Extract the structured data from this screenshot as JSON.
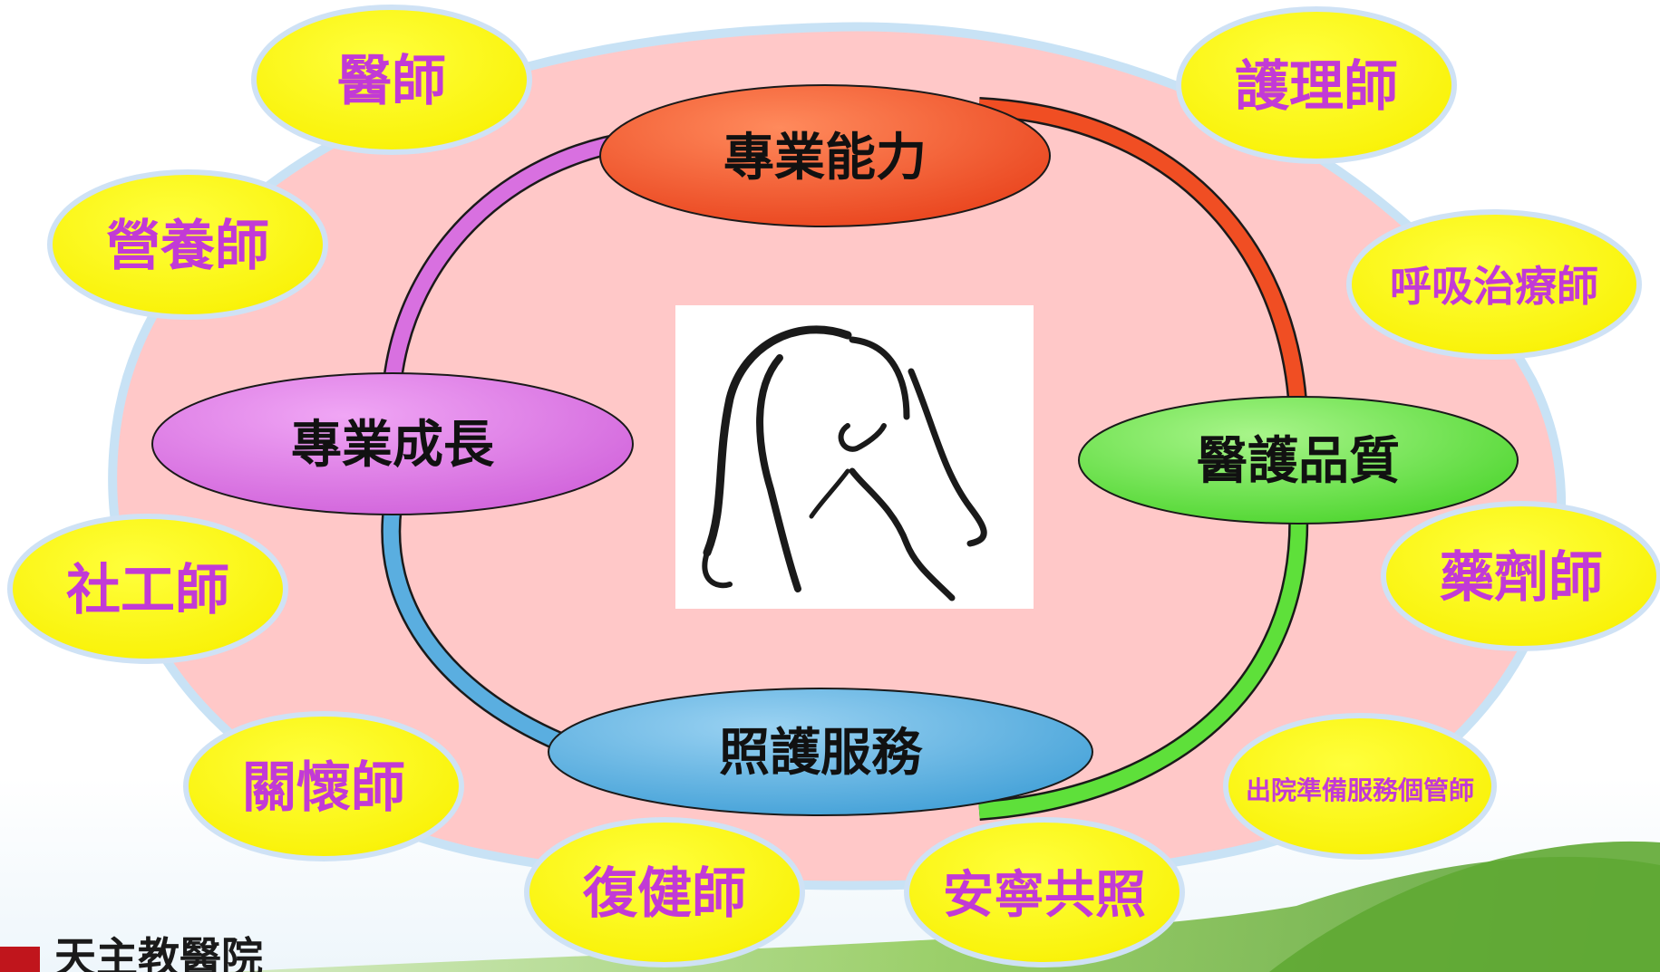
{
  "center_nodes": [
    {
      "key": "top",
      "label": "專業能力",
      "color": "#f04e23"
    },
    {
      "key": "right",
      "label": "醫護品質",
      "color": "#5ee03a"
    },
    {
      "key": "bottom",
      "label": "照護服務",
      "color": "#5aaee0"
    },
    {
      "key": "left",
      "label": "專業成長",
      "color": "#d870e0"
    }
  ],
  "roles": [
    {
      "label": "醫師"
    },
    {
      "label": "護理師"
    },
    {
      "label": "營養師"
    },
    {
      "label": "呼吸治療師"
    },
    {
      "label": "社工師"
    },
    {
      "label": "藥劑師"
    },
    {
      "label": "關懷師"
    },
    {
      "label": "出院準備服務個管師"
    },
    {
      "label": "復健師"
    },
    {
      "label": "安寧共照"
    }
  ],
  "colors": {
    "background_blob": "#ffc8c8",
    "role_bubble": "#ffff00",
    "role_text": "#c23ad6",
    "green_footer": "#6ab53a"
  },
  "logo": {
    "name": "hospital-logo",
    "text": "天主教醫院"
  }
}
